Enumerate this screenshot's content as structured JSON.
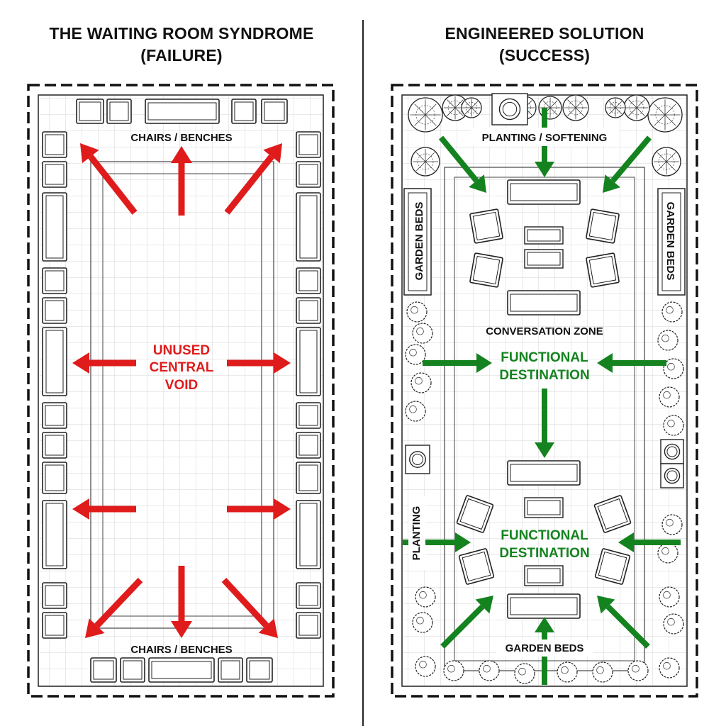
{
  "left_panel": {
    "title_line1": "THE WAITING ROOM SYNDROME",
    "title_line2": "(FAILURE)",
    "top_label": "CHAIRS / BENCHES",
    "bottom_label": "CHAIRS / BENCHES",
    "center_line1": "UNUSED",
    "center_line2": "CENTRAL",
    "center_line3": "VOID",
    "accent_color": "#e01b1b"
  },
  "right_panel": {
    "title_line1": "ENGINEERED SOLUTION",
    "title_line2": "(SUCCESS)",
    "top_label": "PLANTING / SOFTENING",
    "side_label_left": "GARDEN BEDS",
    "side_label_right": "GARDEN BEDS",
    "zone_label": "CONVERSATION ZONE",
    "dest_upper_line1": "FUNCTIONAL",
    "dest_upper_line2": "DESTINATION",
    "dest_lower_line1": "FUNCTIONAL",
    "dest_lower_line2": "DESTINATION",
    "planting_label": "PLANTING",
    "bottom_label": "GARDEN BEDS",
    "accent_color": "#14831f"
  }
}
